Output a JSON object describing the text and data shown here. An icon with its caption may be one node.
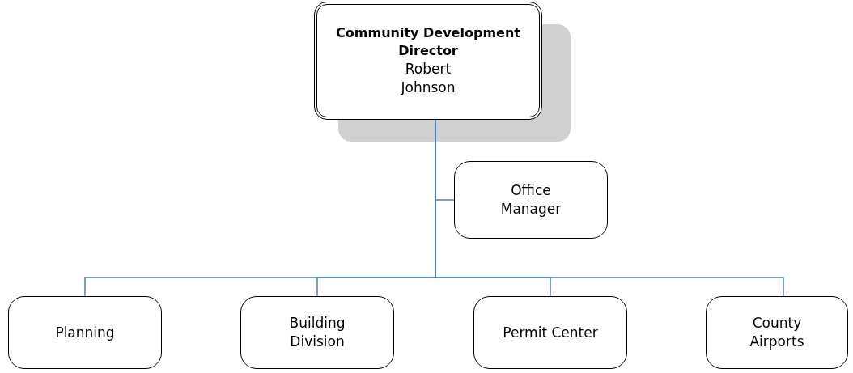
{
  "diagram": {
    "nodes": [
      {
        "text": [
          "Community Development Director",
          "Robert Johnson"
        ]
      },
      {
        "text": [
          "Office Manager"
        ]
      },
      {
        "text": [
          "Planning"
        ]
      },
      {
        "text": [
          "Building Division"
        ]
      },
      {
        "text": [
          "Permit Center"
        ]
      },
      {
        "text": [
          "County Airports"
        ]
      }
    ],
    "edges": [
      {
        "from": 0,
        "to": 1,
        "arrow": "none"
      },
      {
        "from": 0,
        "to": 2,
        "arrow": "none"
      },
      {
        "from": 0,
        "to": 3,
        "arrow": "none"
      },
      {
        "from": 0,
        "to": 4,
        "arrow": "none"
      },
      {
        "from": 0,
        "to": 5,
        "arrow": "none"
      }
    ]
  }
}
